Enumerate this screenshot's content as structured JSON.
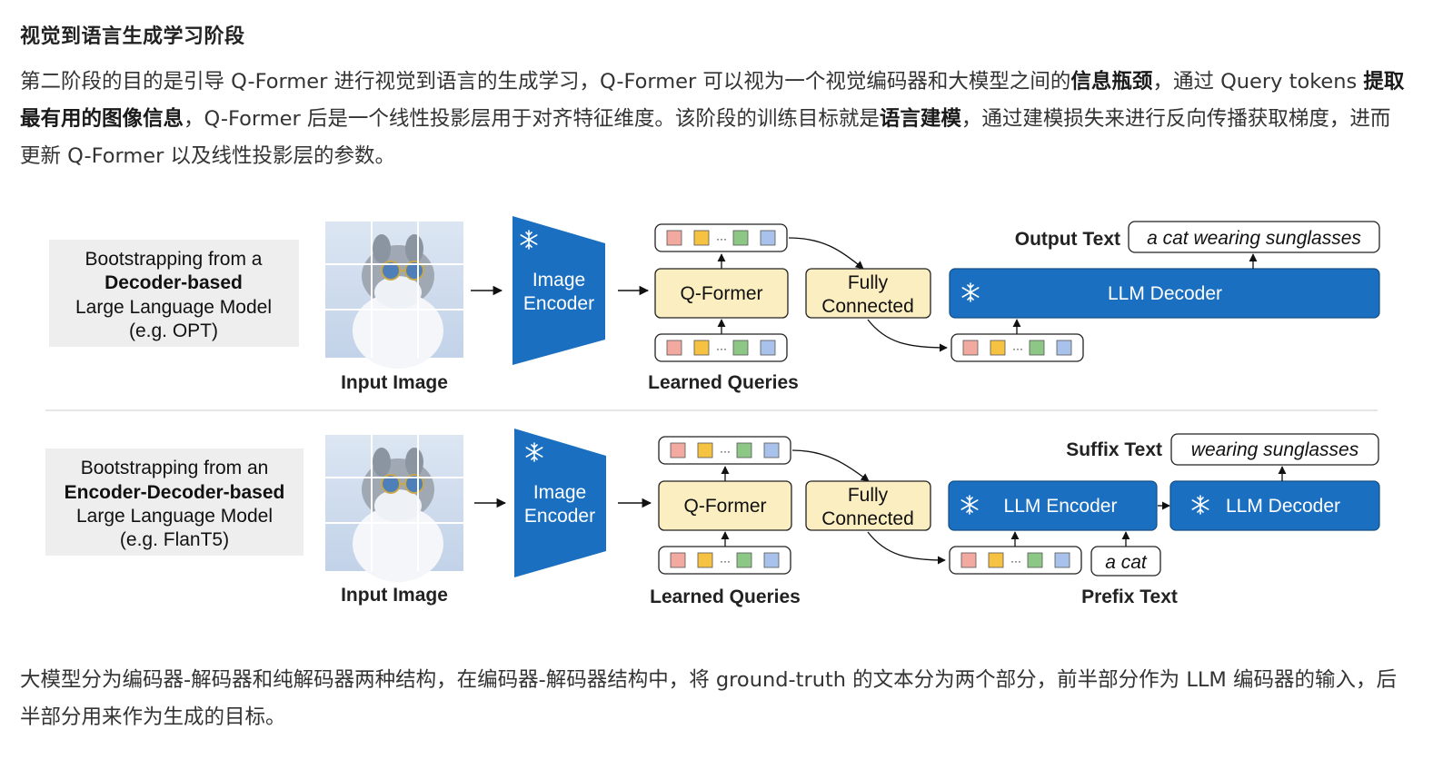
{
  "heading": "视觉到语言生成学习阶段",
  "intro_paragraph": [
    {
      "t": "第二阶段的目的是引导 Q-Former 进行视觉到语言的生成学习，Q-Former 可以视为一个视觉编码器和大模型之间的"
    },
    {
      "t": "信息瓶颈",
      "b": true
    },
    {
      "t": "，通过 Query tokens "
    },
    {
      "t": "提取最有用的图像信息",
      "b": true
    },
    {
      "t": "，Q-Former 后是一个线性投影层用于对齐特征维度。该阶段的训练目标就是"
    },
    {
      "t": "语言建模",
      "b": true
    },
    {
      "t": "，通过建模损失来进行反向传播获取梯度，进而更新 Q-Former 以及线性投影层的参数。"
    }
  ],
  "outro_paragraph": [
    {
      "t": "大模型分为编码器-解码器和纯解码器两种结构，在编码器-解码器结构中，将 ground-truth 的文本分为两个部分，前半部分作为 LLM 编码器的输入，后半部分用来作为生成的目标。"
    }
  ],
  "figure": {
    "top": {
      "desc_line1": "Bootstrapping from a",
      "desc_line2": "Decoder-based",
      "desc_line3": "Large Language Model",
      "desc_line4": "(e.g. OPT)",
      "input_image_caption": "Input Image",
      "image_encoder_line1": "Image",
      "image_encoder_line2": "Encoder",
      "qformer": "Q-Former",
      "learned_queries": "Learned Queries",
      "fc_line1": "Fully",
      "fc_line2": "Connected",
      "llm_decoder": "LLM Decoder",
      "output_label": "Output Text",
      "output_text": "a cat wearing sunglasses"
    },
    "bottom": {
      "desc_line1": "Bootstrapping from an",
      "desc_line2": "Encoder-Decoder-based",
      "desc_line3": "Large Language Model",
      "desc_line4": "(e.g. FlanT5)",
      "input_image_caption": "Input Image",
      "image_encoder_line1": "Image",
      "image_encoder_line2": "Encoder",
      "qformer": "Q-Former",
      "learned_queries": "Learned Queries",
      "fc_line1": "Fully",
      "fc_line2": "Connected",
      "llm_encoder": "LLM Encoder",
      "llm_decoder": "LLM Decoder",
      "suffix_label": "Suffix Text",
      "suffix_text": "wearing sunglasses",
      "prefix_text": "a cat",
      "prefix_label": "Prefix Text"
    },
    "token_ellipsis": "···",
    "colors": {
      "token_red": "#f2a9a0",
      "token_yellow": "#f5c242",
      "token_green": "#8cc785",
      "token_blue": "#a9c2ec",
      "encoder_blue": "#1a6fc0",
      "qformer_fill": "#fbeec0",
      "desc_fill": "#eeeeee",
      "image_bg": "#cfdaea"
    }
  }
}
